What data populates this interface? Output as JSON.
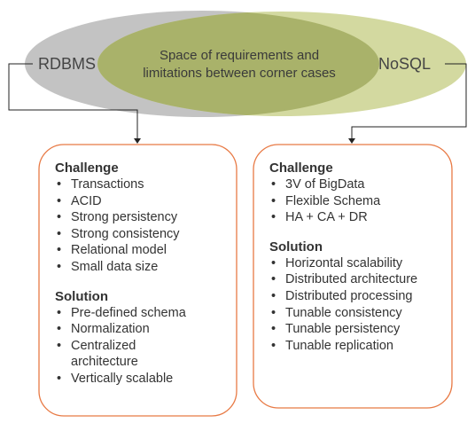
{
  "venn": {
    "left_label": "RDBMS",
    "right_label": "NoSQL",
    "center_label_line1": "Space of requirements and",
    "center_label_line2": "limitations between corner cases",
    "colors": {
      "left": "#c3c3c3",
      "right": "#d3d9a0",
      "overlap": "#a9b26a",
      "box_border": "#e87a45",
      "connector": "#222222"
    }
  },
  "rdbms_box": {
    "challenge_heading": "Challenge",
    "challenges": [
      "Transactions",
      "ACID",
      "Strong persistency",
      "Strong consistency",
      "Relational model",
      "Small data size"
    ],
    "solution_heading": "Solution",
    "solutions": [
      "Pre-defined schema",
      "Normalization",
      "Centralized",
      "architecture",
      "Vertically scalable"
    ]
  },
  "nosql_box": {
    "challenge_heading": "Challenge",
    "challenges": [
      "3V of BigData",
      "Flexible Schema",
      "HA + CA + DR"
    ],
    "solution_heading": "Solution",
    "solutions": [
      "Horizontal scalability",
      "Distributed architecture",
      "Distributed processing",
      "Tunable consistency",
      "Tunable persistency",
      "Tunable replication"
    ]
  }
}
